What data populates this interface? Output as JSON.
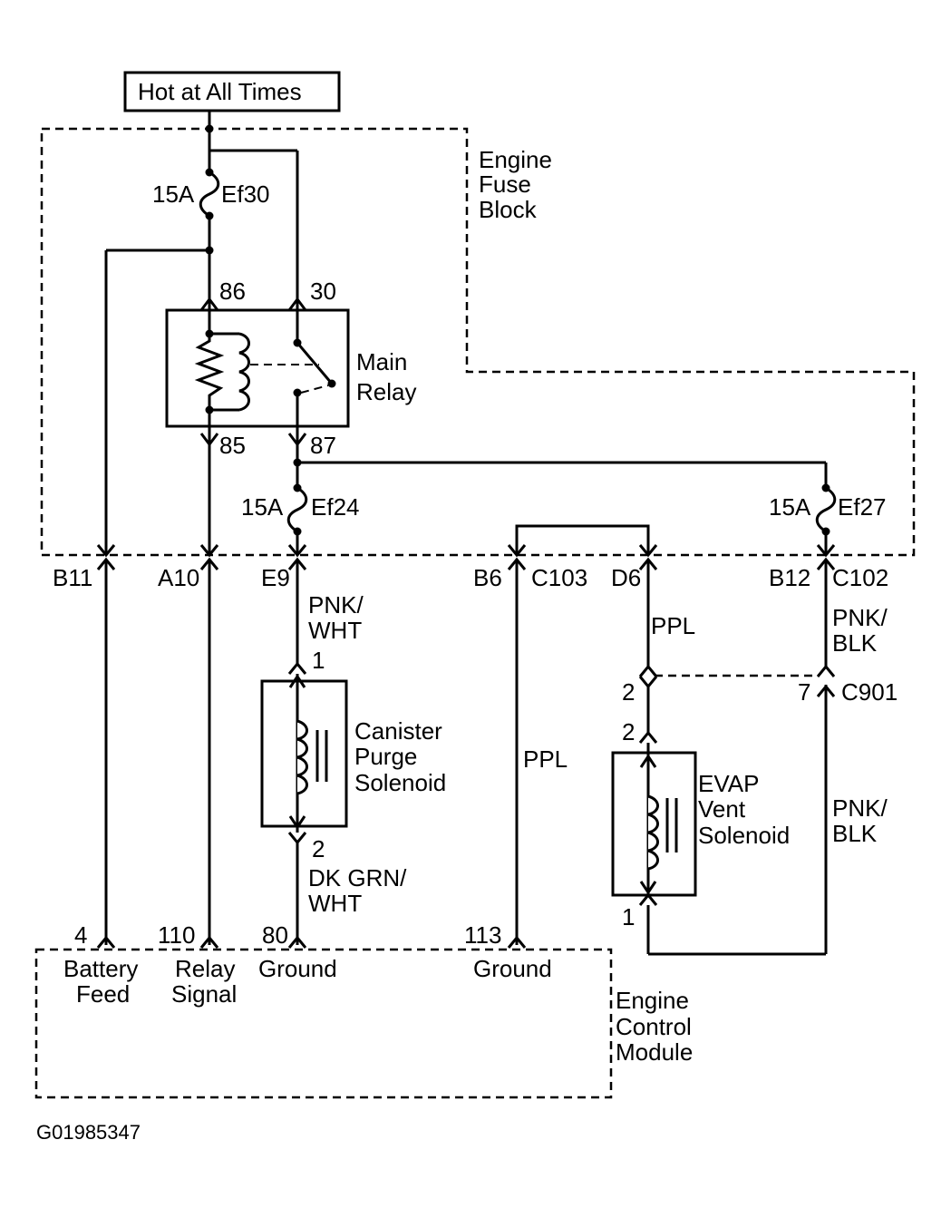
{
  "header": {
    "hot_label": "Hot at All Times"
  },
  "fuse_block": {
    "name_lines": [
      "Engine",
      "Fuse",
      "Block"
    ]
  },
  "fuses": {
    "ef30": {
      "rating": "15A",
      "name": "Ef30"
    },
    "ef24": {
      "rating": "15A",
      "name": "Ef24"
    },
    "ef27": {
      "rating": "15A",
      "name": "Ef27"
    }
  },
  "relay": {
    "name_lines": [
      "Main",
      "Relay"
    ],
    "pins": {
      "p86": "86",
      "p30": "30",
      "p85": "85",
      "p87": "87"
    }
  },
  "connector_c103": {
    "name": "C103",
    "pins": {
      "b11": "B11",
      "a10": "A10",
      "e9": "E9",
      "b6": "B6"
    }
  },
  "connector_c102": {
    "name": "C102",
    "pins": {
      "d6": "D6",
      "b12": "B12"
    }
  },
  "connector_c901": {
    "name": "C901",
    "pin_left": "2",
    "pin_right": "7"
  },
  "wires": {
    "e9_color_lines": [
      "PNK/",
      "WHT"
    ],
    "d6_color": "PPL",
    "b12_color_lines": [
      "PNK/",
      "BLK"
    ],
    "b6_color": "PPL",
    "ground_color_lines": [
      "DK GRN/",
      "WHT"
    ],
    "vent_color_lines": [
      "PNK/",
      "BLK"
    ]
  },
  "canister": {
    "name_lines": [
      "Canister",
      "Purge",
      "Solenoid"
    ],
    "pin_top": "1",
    "pin_bottom": "2"
  },
  "evap": {
    "name_lines": [
      "EVAP",
      "Vent",
      "Solenoid"
    ],
    "pin_top": "2",
    "pin_bottom": "1"
  },
  "ecm": {
    "name_lines": [
      "Engine",
      "Control",
      "Module"
    ],
    "pins": [
      {
        "num": "4",
        "label_lines": [
          "Battery",
          "Feed"
        ]
      },
      {
        "num": "110",
        "label_lines": [
          "Relay",
          "Signal"
        ]
      },
      {
        "num": "80",
        "label_lines": [
          "Ground"
        ]
      },
      {
        "num": "113",
        "label_lines": [
          "Ground"
        ]
      }
    ]
  },
  "figure_id": "G01985347"
}
